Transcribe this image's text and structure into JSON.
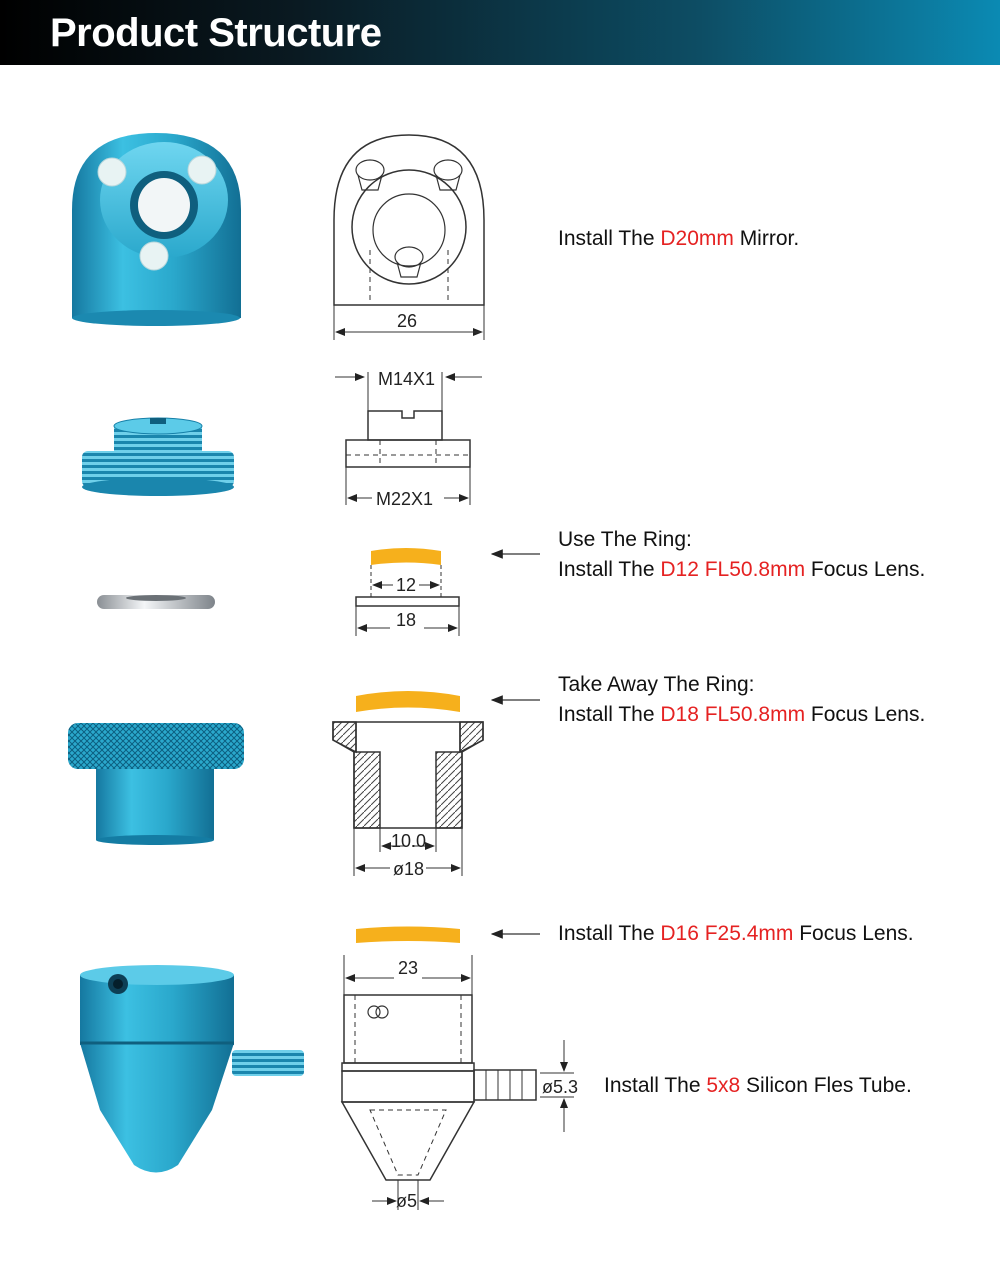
{
  "header": {
    "title": "Product Structure"
  },
  "colors": {
    "accent": "#e52222",
    "part_blue": "#2aa8cc",
    "lens": "#f6b01c"
  },
  "dimensions": {
    "d1": "26",
    "d2": "M14X1",
    "d3": "M22X1",
    "d4": "12",
    "d5": "18",
    "d6": "10.0",
    "d7": "ø18",
    "d8": "23",
    "d9": "ø5.3",
    "d10": "ø5"
  },
  "captions": [
    {
      "pre": "Install The ",
      "hl": "D20mm",
      "post": " Mirror."
    },
    {
      "line1": "Use The Ring:",
      "pre": "Install The ",
      "hl": "D12 FL50.8mm",
      "post": " Focus Lens."
    },
    {
      "line1": "Take Away The Ring:",
      "pre": "Install The ",
      "hl": "D18 FL50.8mm",
      "post": " Focus Lens."
    },
    {
      "pre": "Install The ",
      "hl": "D16 F25.4mm",
      "post": " Focus Lens."
    },
    {
      "pre": "Install The ",
      "hl": "5x8",
      "post": " Silicon Fles Tube."
    }
  ]
}
